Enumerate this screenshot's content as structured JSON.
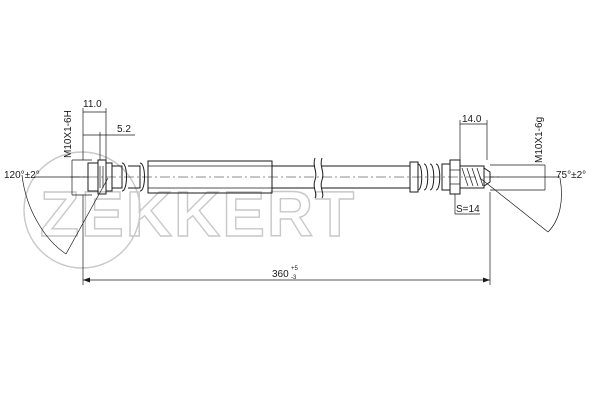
{
  "watermark": {
    "brand": "ZEKKERT"
  },
  "dimensions": {
    "left_thread": "M10X1-6H",
    "left_length": "11.0",
    "left_small": "5.2",
    "left_angle": "120°±2°",
    "right_length": "14.0",
    "right_thread": "M10X1-6g",
    "right_angle": "75°±2°",
    "wrench_size": "S=14",
    "overall_length_base": "360",
    "overall_tol_upper": "+5",
    "overall_tol_lower": "-3"
  }
}
